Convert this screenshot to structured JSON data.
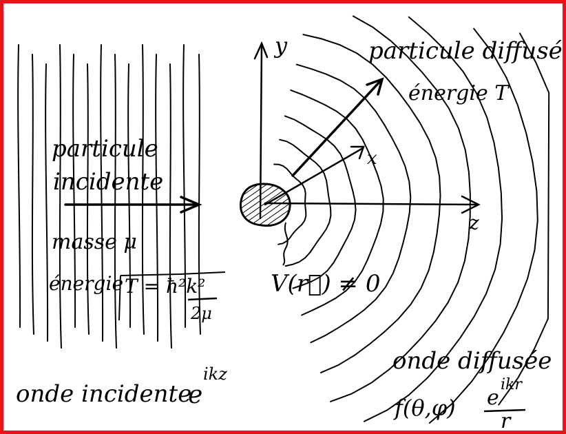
{
  "frame_color": "#e8161b",
  "ink_color": "#000000",
  "labels": {
    "axis_y": "y",
    "axis_x": "x",
    "axis_z": "z",
    "scattered_particle": "particule diffusée",
    "scattered_energy": "énergie T",
    "incident_particle_line1": "particule",
    "incident_particle_line2": "incidente",
    "mass": "masse μ",
    "energy_label": "énergie",
    "energy_formula": "T = ħ²k²",
    "energy_denominator": "2μ",
    "potential": "V(r⃗) ≠ 0",
    "incident_wave": "onde incidente",
    "incident_wave_expr_base": "e",
    "incident_wave_expr_exp": "ikz",
    "scattered_wave": "onde diffusée",
    "scattered_wave_amp": "f(θ,φ)",
    "scattered_wave_num_base": "e",
    "scattered_wave_num_exp": "ikr",
    "scattered_wave_den": "r"
  }
}
